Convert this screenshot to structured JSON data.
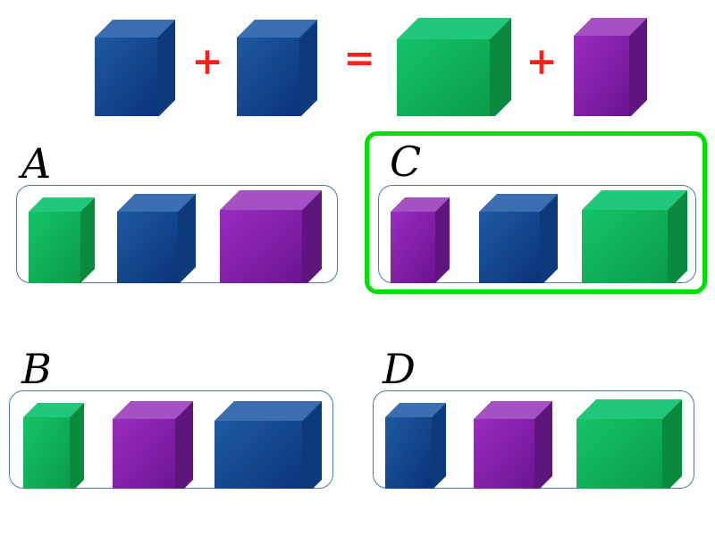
{
  "colors": {
    "blue": {
      "front": [
        "#1d5aa3",
        "#0b3377"
      ],
      "top": "#3c6fb1",
      "side": "#0c3a7a"
    },
    "green": {
      "front": [
        "#14c468",
        "#0a9a47"
      ],
      "top": "#20c97a",
      "side": "#0a8a3e"
    },
    "purple": {
      "front": [
        "#9a2cc0",
        "#6a1391"
      ],
      "top": "#a551c4",
      "side": "#5f157e"
    },
    "operator": "#ff1f1f",
    "box_border": "#4e78b5",
    "selected_border": "#00e000"
  },
  "equation": {
    "left": [
      {
        "color": "blue",
        "size": "cube"
      },
      {
        "op": "+"
      },
      {
        "color": "blue",
        "size": "cube"
      }
    ],
    "equals": "=",
    "right": [
      {
        "color": "green",
        "size": "wide"
      },
      {
        "op": "+"
      },
      {
        "color": "purple",
        "size": "cube"
      }
    ]
  },
  "options": [
    {
      "label": "A",
      "selected": false,
      "blocks": [
        "green",
        "blue",
        "purple-wide"
      ]
    },
    {
      "label": "C",
      "selected": true,
      "blocks": [
        "purple",
        "blue",
        "green-wide"
      ]
    },
    {
      "label": "B",
      "selected": false,
      "blocks": [
        "green",
        "purple",
        "blue-wide"
      ]
    },
    {
      "label": "D",
      "selected": false,
      "blocks": [
        "blue",
        "purple",
        "green-wide"
      ]
    }
  ]
}
